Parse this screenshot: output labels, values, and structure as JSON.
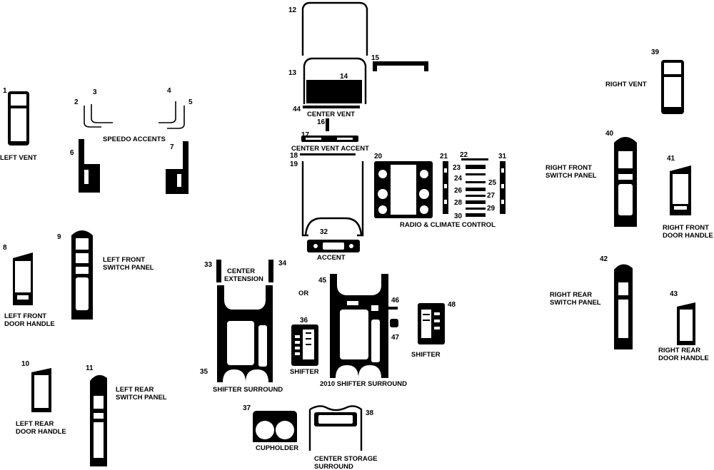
{
  "numbers": {
    "n1": "1",
    "n2": "2",
    "n3": "3",
    "n4": "4",
    "n5": "5",
    "n6": "6",
    "n7": "7",
    "n8": "8",
    "n9": "9",
    "n10": "10",
    "n11": "11",
    "n12": "12",
    "n13": "13",
    "n14": "14",
    "n15": "15",
    "n16": "16",
    "n17": "17",
    "n18": "18",
    "n19": "19",
    "n20": "20",
    "n21": "21",
    "n22": "22",
    "n23": "23",
    "n24": "24",
    "n25": "25",
    "n26": "26",
    "n27": "27",
    "n28": "28",
    "n29": "29",
    "n30": "30",
    "n31": "31",
    "n32": "32",
    "n33": "33",
    "n34": "34",
    "n35": "35",
    "n36": "36",
    "n37": "37",
    "n38": "38",
    "n39": "39",
    "n40": "40",
    "n41": "41",
    "n42": "42",
    "n43": "43",
    "n44": "44",
    "n45": "45",
    "n46": "46",
    "n47": "47",
    "n48": "48"
  },
  "labels": {
    "left_vent": "LEFT VENT",
    "speedo_accents": "SPEEDO ACCENTS",
    "center_vent": "CENTER VENT",
    "center_vent_accent": "CENTER VENT ACCENT",
    "radio_climate": "RADIO & CLIMATE CONTROL",
    "accent": "ACCENT",
    "right_vent": "RIGHT VENT",
    "right_front_switch_1": "RIGHT FRONT",
    "right_front_switch_2": "SWITCH PANEL",
    "right_front_door_1": "RIGHT FRONT",
    "right_front_door_2": "DOOR HANDLE",
    "left_front_switch_1": "LEFT FRONT",
    "left_front_switch_2": "SWITCH PANEL",
    "left_front_door_1": "LEFT FRONT",
    "left_front_door_2": "DOOR HANDLE",
    "center_extension_1": "CENTER",
    "center_extension_2": "EXTENSION",
    "or": "OR",
    "shifter_surround": "SHIFTER SURROUND",
    "shifter": "SHIFTER",
    "shifter_2010_surround": "2010 SHIFTER SURROUND",
    "right_rear_switch_1": "RIGHT REAR",
    "right_rear_switch_2": "SWITCH PANEL",
    "right_rear_door_1": "RIGHT REAR",
    "right_rear_door_2": "DOOR HANDLE",
    "left_rear_door_1": "LEFT REAR",
    "left_rear_door_2": "DOOR HANDLE",
    "left_rear_switch_1": "LEFT REAR",
    "left_rear_switch_2": "SWITCH PANEL",
    "cupholder": "CUPHOLDER",
    "center_storage_1": "CENTER STORAGE",
    "center_storage_2": "SURROUND"
  },
  "colors": {
    "ink": "#000000",
    "paper": "#ffffff"
  }
}
